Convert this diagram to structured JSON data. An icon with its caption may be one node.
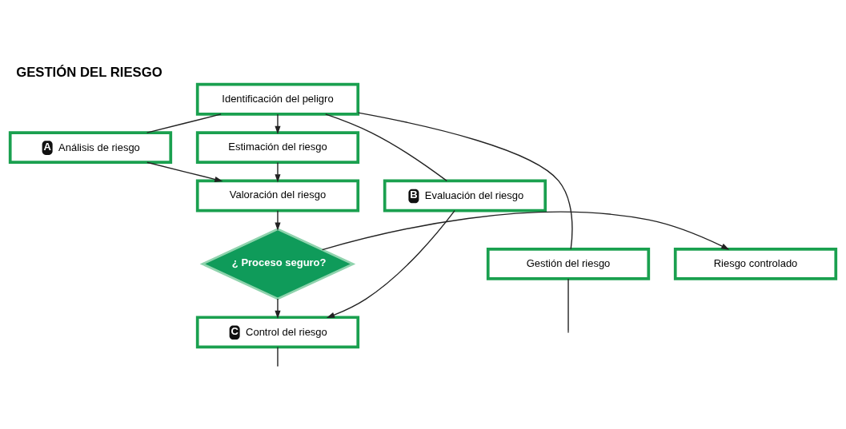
{
  "diagram": {
    "title": "GESTIÓN DEL RIESGO",
    "nodes": [
      {
        "text": [
          "Identificación del peligro"
        ]
      },
      {
        "text": [
          "A",
          "Análisis de riesgo"
        ]
      },
      {
        "text": [
          "Estimación del riesgo"
        ]
      },
      {
        "text": [
          "B",
          "Evaluación del riesgo"
        ]
      },
      {
        "text": [
          "Valoración del riesgo"
        ]
      },
      {
        "text": [
          "Gestión del riesgo"
        ]
      },
      {
        "text": [
          "¿ Proceso seguro?"
        ]
      },
      {
        "text": [
          "Riesgo controlado"
        ]
      },
      {
        "text": [
          "C",
          "Control del riesgo"
        ]
      }
    ],
    "edges": [
      {
        "from": 0,
        "to": 2,
        "arrow": "to"
      },
      {
        "from": 2,
        "to": 4,
        "arrow": "to"
      },
      {
        "from": 4,
        "to": 6,
        "arrow": "to"
      },
      {
        "from": 6,
        "to": 7,
        "arrow": "to"
      },
      {
        "from": 6,
        "to": 8,
        "arrow": "to"
      },
      {
        "from": 8,
        "to": null,
        "arrow": "none"
      },
      {
        "from": 0,
        "to": 1,
        "arrow": "none"
      },
      {
        "from": 1,
        "to": 4,
        "arrow": "to"
      },
      {
        "from": 0,
        "to": 3,
        "arrow": "none"
      },
      {
        "from": 3,
        "to": 8,
        "arrow": "to"
      },
      {
        "from": 0,
        "to": 5,
        "arrow": "none"
      },
      {
        "from": 5,
        "to": null,
        "arrow": "none"
      }
    ]
  }
}
